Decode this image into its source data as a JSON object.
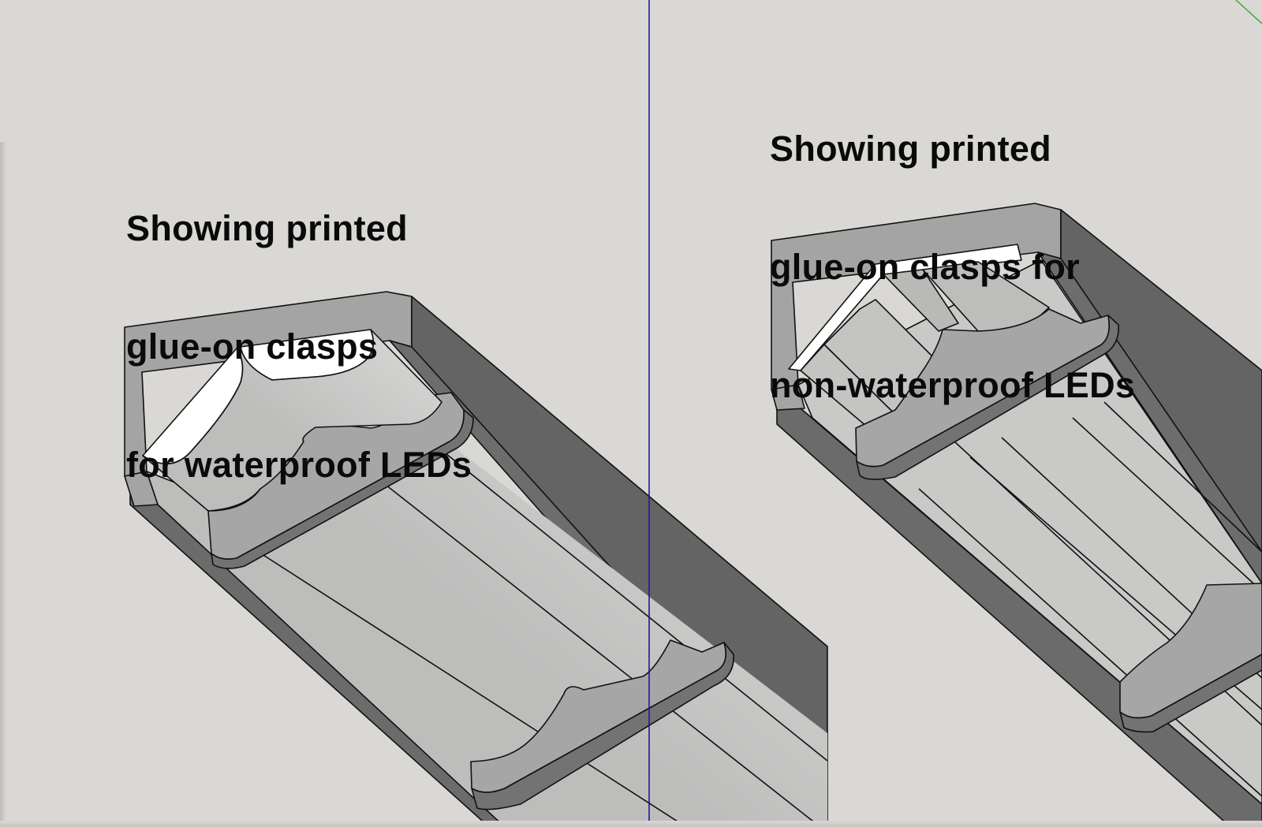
{
  "viewport": {
    "background_color": "#d9d8d4",
    "axis_colors": {
      "blue_axis": "#1a1aa0",
      "green_axis": "#3aa63a"
    }
  },
  "models": [
    {
      "id": "waterproof",
      "label_lines": [
        "Showing printed",
        "glue-on clasps",
        "for waterproof LEDs"
      ]
    },
    {
      "id": "non-waterproof",
      "label_lines": [
        "Showing printed",
        "glue-on clasps for",
        "non-waterproof LEDs"
      ]
    }
  ],
  "colors": {
    "dark_face": "#6a6b6a",
    "mid_face": "#a3a4a3",
    "light_face": "#c8c8c7",
    "highlight_face": "#ffffff",
    "edge": "#111111"
  }
}
